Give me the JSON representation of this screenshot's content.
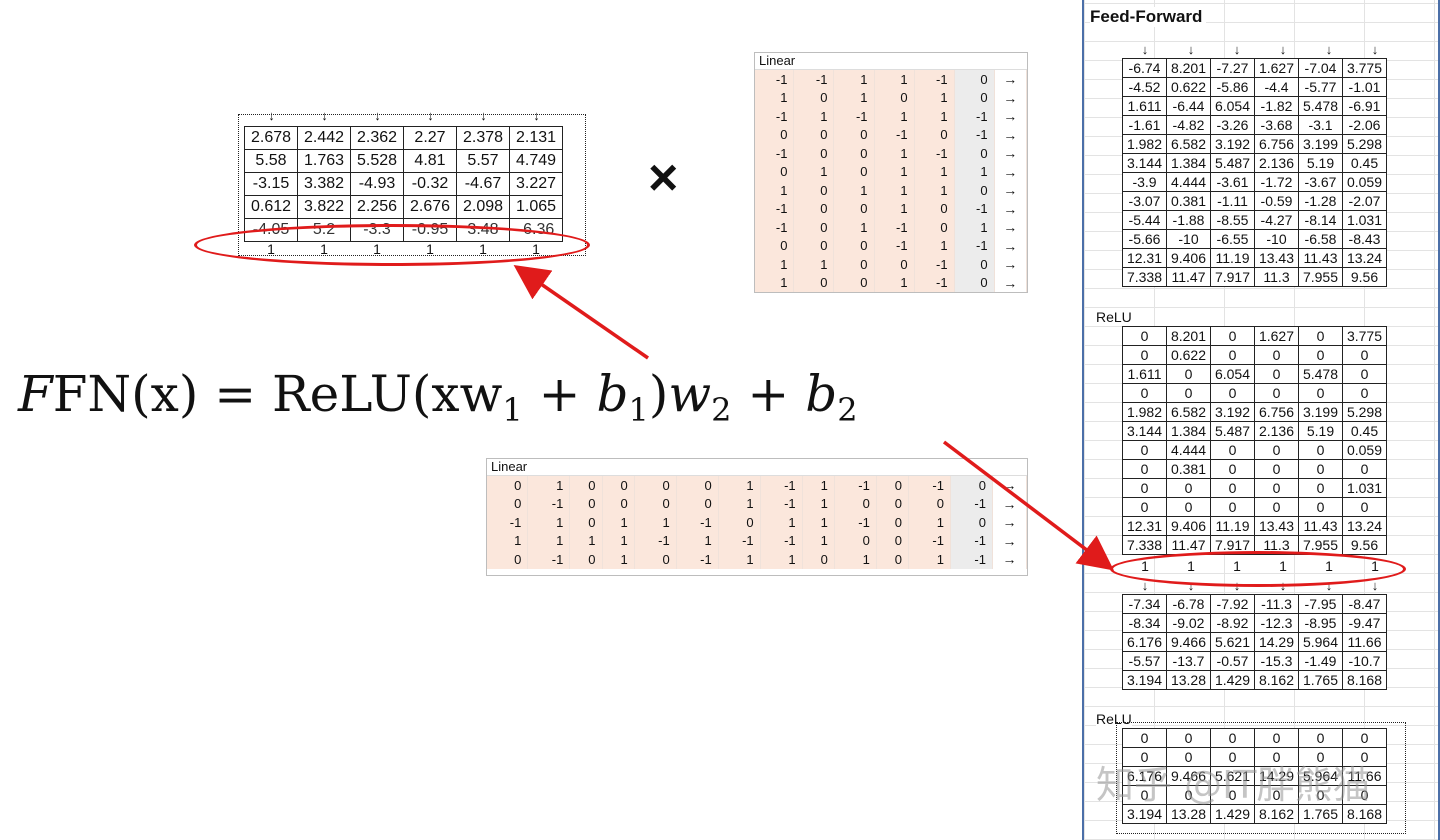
{
  "times_symbol": "×",
  "formula": {
    "F": "F",
    "FN": "FN(x) = ReLU(xw",
    "one1": "1",
    "plus1": " + ",
    "b": "b",
    "one2": "1",
    "close": ")",
    "w": "w",
    "two1": "2",
    "plus2": " + ",
    "b2": "b",
    "two2": "2"
  },
  "input_matrix": {
    "arrow": "↓",
    "rows": [
      [
        "2.678",
        "2.442",
        "2.362",
        "2.27",
        "2.378",
        "2.131"
      ],
      [
        "5.58",
        "1.763",
        "5.528",
        "4.81",
        "5.57",
        "4.749"
      ],
      [
        "-3.15",
        "3.382",
        "-4.93",
        "-0.32",
        "-4.67",
        "3.227"
      ],
      [
        "0.612",
        "3.822",
        "2.256",
        "2.676",
        "2.098",
        "1.065"
      ],
      [
        "-4.05",
        "5.2",
        "-3.3",
        "-0.95",
        "3.48",
        "-6.36"
      ]
    ],
    "bias_row": [
      "1",
      "1",
      "1",
      "1",
      "1",
      "1"
    ]
  },
  "linear1": {
    "title": "Linear",
    "arrow": "→",
    "rows": [
      [
        "-1",
        "-1",
        "1",
        "1",
        "-1",
        "0"
      ],
      [
        "1",
        "0",
        "1",
        "0",
        "1",
        "0"
      ],
      [
        "-1",
        "1",
        "-1",
        "1",
        "1",
        "-1"
      ],
      [
        "0",
        "0",
        "0",
        "-1",
        "0",
        "-1"
      ],
      [
        "-1",
        "0",
        "0",
        "1",
        "-1",
        "0"
      ],
      [
        "0",
        "1",
        "0",
        "1",
        "1",
        "1"
      ],
      [
        "1",
        "0",
        "1",
        "1",
        "1",
        "0"
      ],
      [
        "-1",
        "0",
        "0",
        "1",
        "0",
        "-1"
      ],
      [
        "-1",
        "0",
        "1",
        "-1",
        "0",
        "1"
      ],
      [
        "0",
        "0",
        "0",
        "-1",
        "1",
        "-1"
      ],
      [
        "1",
        "1",
        "0",
        "0",
        "-1",
        "0"
      ],
      [
        "1",
        "0",
        "0",
        "1",
        "-1",
        "0"
      ]
    ]
  },
  "linear2": {
    "title": "Linear",
    "arrow": "→",
    "rows": [
      [
        "0",
        "1",
        "0",
        "0",
        "0",
        "0",
        "1",
        "-1",
        "1",
        "-1",
        "0",
        "-1",
        "0"
      ],
      [
        "0",
        "-1",
        "0",
        "0",
        "0",
        "0",
        "1",
        "-1",
        "1",
        "0",
        "0",
        "0",
        "-1"
      ],
      [
        "-1",
        "1",
        "0",
        "1",
        "1",
        "-1",
        "0",
        "1",
        "1",
        "-1",
        "0",
        "1",
        "0"
      ],
      [
        "1",
        "1",
        "1",
        "1",
        "-1",
        "1",
        "-1",
        "-1",
        "1",
        "0",
        "0",
        "-1",
        "-1"
      ],
      [
        "0",
        "-1",
        "0",
        "1",
        "0",
        "-1",
        "1",
        "1",
        "0",
        "1",
        "0",
        "1",
        "-1"
      ]
    ]
  },
  "panel": {
    "title": "Feed-Forward",
    "arrow": "↓",
    "ff_rows": [
      [
        "-6.74",
        "8.201",
        "-7.27",
        "1.627",
        "-7.04",
        "3.775"
      ],
      [
        "-4.52",
        "0.622",
        "-5.86",
        "-4.4",
        "-5.77",
        "-1.01"
      ],
      [
        "1.611",
        "-6.44",
        "6.054",
        "-1.82",
        "5.478",
        "-6.91"
      ],
      [
        "-1.61",
        "-4.82",
        "-3.26",
        "-3.68",
        "-3.1",
        "-2.06"
      ],
      [
        "1.982",
        "6.582",
        "3.192",
        "6.756",
        "3.199",
        "5.298"
      ],
      [
        "3.144",
        "1.384",
        "5.487",
        "2.136",
        "5.19",
        "0.45"
      ],
      [
        "-3.9",
        "4.444",
        "-3.61",
        "-1.72",
        "-3.67",
        "0.059"
      ],
      [
        "-3.07",
        "0.381",
        "-1.11",
        "-0.59",
        "-1.28",
        "-2.07"
      ],
      [
        "-5.44",
        "-1.88",
        "-8.55",
        "-4.27",
        "-8.14",
        "1.031"
      ],
      [
        "-5.66",
        "-10",
        "-6.55",
        "-10",
        "-6.58",
        "-8.43"
      ],
      [
        "12.31",
        "9.406",
        "11.19",
        "13.43",
        "11.43",
        "13.24"
      ],
      [
        "7.338",
        "11.47",
        "7.917",
        "11.3",
        "7.955",
        "9.56"
      ]
    ],
    "relu_label": "ReLU",
    "relu_rows": [
      [
        "0",
        "8.201",
        "0",
        "1.627",
        "0",
        "3.775"
      ],
      [
        "0",
        "0.622",
        "0",
        "0",
        "0",
        "0"
      ],
      [
        "1.611",
        "0",
        "6.054",
        "0",
        "5.478",
        "0"
      ],
      [
        "0",
        "0",
        "0",
        "0",
        "0",
        "0"
      ],
      [
        "1.982",
        "6.582",
        "3.192",
        "6.756",
        "3.199",
        "5.298"
      ],
      [
        "3.144",
        "1.384",
        "5.487",
        "2.136",
        "5.19",
        "0.45"
      ],
      [
        "0",
        "4.444",
        "0",
        "0",
        "0",
        "0.059"
      ],
      [
        "0",
        "0.381",
        "0",
        "0",
        "0",
        "0"
      ],
      [
        "0",
        "0",
        "0",
        "0",
        "0",
        "1.031"
      ],
      [
        "0",
        "0",
        "0",
        "0",
        "0",
        "0"
      ],
      [
        "12.31",
        "9.406",
        "11.19",
        "13.43",
        "11.43",
        "13.24"
      ],
      [
        "7.338",
        "11.47",
        "7.917",
        "11.3",
        "7.955",
        "9.56"
      ]
    ],
    "bias_row": [
      "1",
      "1",
      "1",
      "1",
      "1",
      "1"
    ],
    "out_rows": [
      [
        "-7.34",
        "-6.78",
        "-7.92",
        "-11.3",
        "-7.95",
        "-8.47"
      ],
      [
        "-8.34",
        "-9.02",
        "-8.92",
        "-12.3",
        "-8.95",
        "-9.47"
      ],
      [
        "6.176",
        "9.466",
        "5.621",
        "14.29",
        "5.964",
        "11.66"
      ],
      [
        "-5.57",
        "-13.7",
        "-0.57",
        "-15.3",
        "-1.49",
        "-10.7"
      ],
      [
        "3.194",
        "13.28",
        "1.429",
        "8.162",
        "1.765",
        "8.168"
      ]
    ],
    "relu2_label": "ReLU",
    "relu2_rows": [
      [
        "0",
        "0",
        "0",
        "0",
        "0",
        "0"
      ],
      [
        "0",
        "0",
        "0",
        "0",
        "0",
        "0"
      ],
      [
        "6.176",
        "9.466",
        "5.621",
        "14.29",
        "5.964",
        "11.66"
      ],
      [
        "0",
        "0",
        "0",
        "0",
        "0",
        "0"
      ],
      [
        "3.194",
        "13.28",
        "1.429",
        "8.162",
        "1.765",
        "8.168"
      ]
    ]
  },
  "watermark": "知乎 @IT胖熊猫",
  "colors": {
    "annotation": "#e01b1b",
    "weight_fill": "#fbe7dc",
    "panel_border": "#4b6fa8"
  }
}
